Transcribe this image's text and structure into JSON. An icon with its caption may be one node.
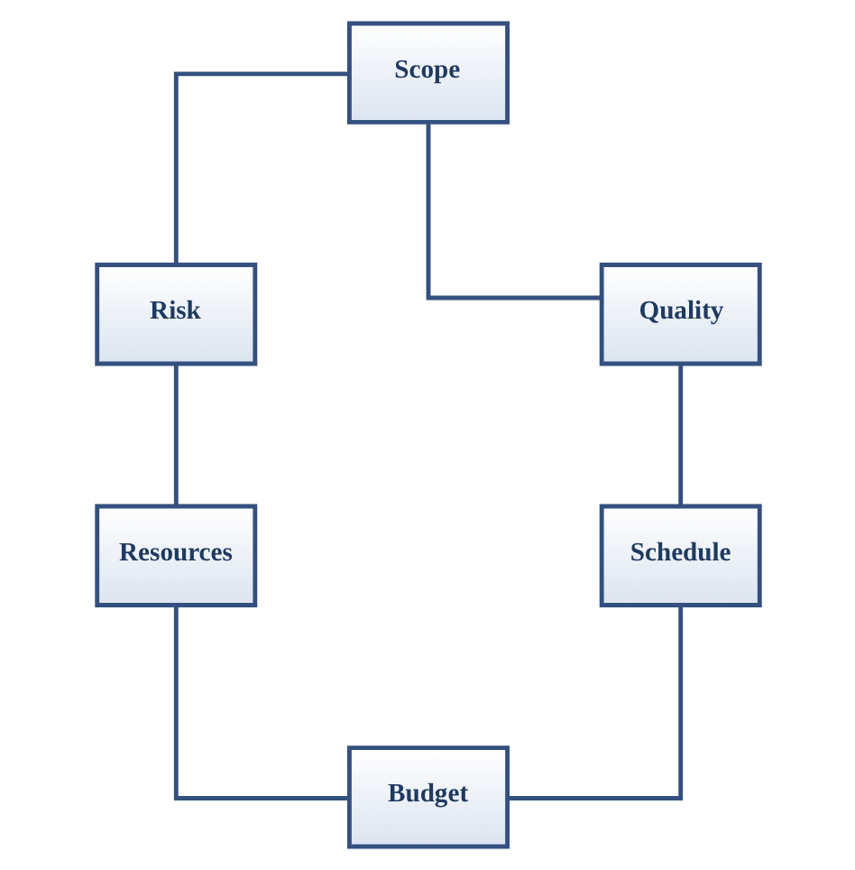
{
  "diagram": {
    "nodes": [
      {
        "text": [
          "Scope"
        ]
      },
      {
        "text": [
          "Risk"
        ]
      },
      {
        "text": [
          "Quality"
        ]
      },
      {
        "text": [
          "Resources"
        ]
      },
      {
        "text": [
          "Schedule"
        ]
      },
      {
        "text": [
          "Budget"
        ]
      }
    ],
    "edges": [
      {
        "from": 0,
        "to": 2,
        "arrow": "none"
      },
      {
        "from": 2,
        "to": 4,
        "arrow": "none"
      },
      {
        "from": 4,
        "to": 5,
        "arrow": "none"
      },
      {
        "from": 5,
        "to": 3,
        "arrow": "none"
      },
      {
        "from": 3,
        "to": 1,
        "arrow": "none"
      },
      {
        "from": 1,
        "to": 0,
        "arrow": "none"
      }
    ]
  }
}
